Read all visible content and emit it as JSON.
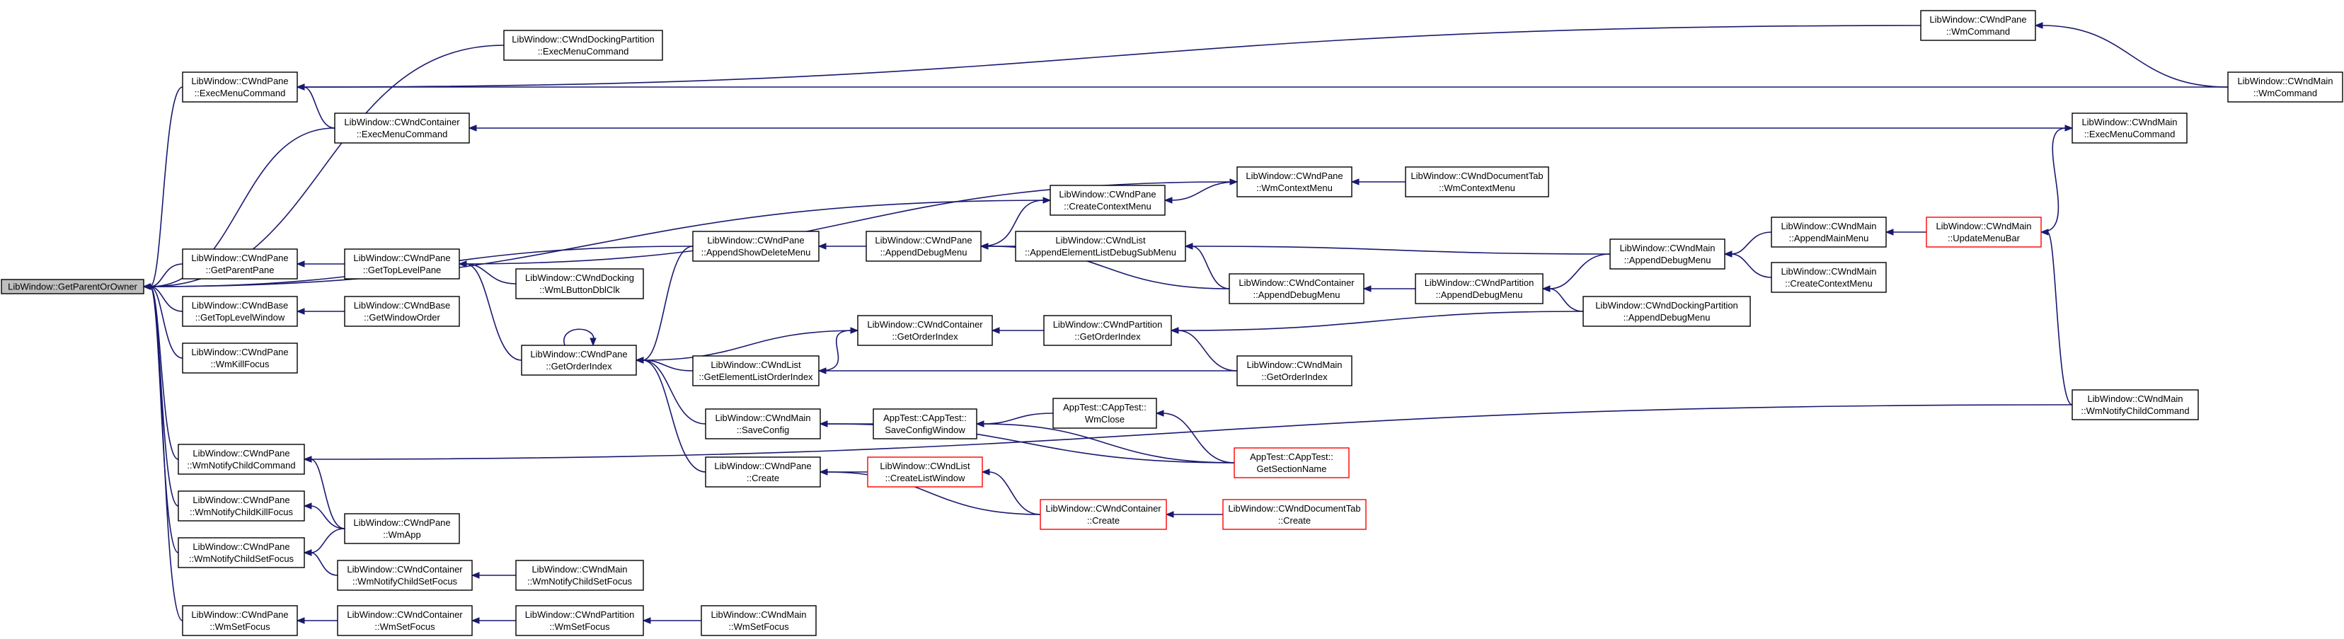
{
  "colors": {
    "edge": "#191970",
    "node_border": "#000000",
    "node_border_truncated": "#ff0000",
    "root_fill": "#bfbfbf"
  },
  "nodes": [
    {
      "id": "root",
      "lines": [
        "LibWindow::GetParentOrOwner"
      ],
      "root": true
    },
    {
      "id": "pane_exec",
      "lines": [
        "LibWindow::CWndPane",
        "::ExecMenuCommand"
      ]
    },
    {
      "id": "dockpart_exec",
      "lines": [
        "LibWindow::CWndDockingPartition",
        "::ExecMenuCommand"
      ]
    },
    {
      "id": "cont_exec",
      "lines": [
        "LibWindow::CWndContainer",
        "::ExecMenuCommand"
      ]
    },
    {
      "id": "pane_wmcmd",
      "lines": [
        "LibWindow::CWndPane",
        "::WmCommand"
      ]
    },
    {
      "id": "main_wmcmd",
      "lines": [
        "LibWindow::CWndMain",
        "::WmCommand"
      ]
    },
    {
      "id": "main_exec",
      "lines": [
        "LibWindow::CWndMain",
        "::ExecMenuCommand"
      ]
    },
    {
      "id": "pane_ctxmenu",
      "lines": [
        "LibWindow::CWndPane",
        "::WmContextMenu"
      ]
    },
    {
      "id": "doctab_ctxmenu",
      "lines": [
        "LibWindow::CWndDocumentTab",
        "::WmContextMenu"
      ]
    },
    {
      "id": "pane_createctx",
      "lines": [
        "LibWindow::CWndPane",
        "::CreateContextMenu"
      ]
    },
    {
      "id": "pane_parentpane",
      "lines": [
        "LibWindow::CWndPane",
        "::GetParentPane"
      ]
    },
    {
      "id": "pane_toplevel",
      "lines": [
        "LibWindow::CWndPane",
        "::GetTopLevelPane"
      ]
    },
    {
      "id": "pane_showdel",
      "lines": [
        "LibWindow::CWndPane",
        "::AppendShowDeleteMenu"
      ]
    },
    {
      "id": "pane_appenddebug",
      "lines": [
        "LibWindow::CWndPane",
        "::AppendDebugMenu"
      ]
    },
    {
      "id": "list_debugsub",
      "lines": [
        "LibWindow::CWndList",
        "::AppendElementListDebugSubMenu"
      ]
    },
    {
      "id": "main_appenddebug",
      "lines": [
        "LibWindow::CWndMain",
        "::AppendDebugMenu"
      ]
    },
    {
      "id": "main_appendmain",
      "lines": [
        "LibWindow::CWndMain",
        "::AppendMainMenu"
      ]
    },
    {
      "id": "main_updatemenubar",
      "lines": [
        "LibWindow::CWndMain",
        "::UpdateMenuBar"
      ],
      "red": true
    },
    {
      "id": "main_createctx",
      "lines": [
        "LibWindow::CWndMain",
        "::CreateContextMenu"
      ]
    },
    {
      "id": "cont_appenddebug",
      "lines": [
        "LibWindow::CWndContainer",
        "::AppendDebugMenu"
      ]
    },
    {
      "id": "part_appenddebug",
      "lines": [
        "LibWindow::CWndPartition",
        "::AppendDebugMenu"
      ]
    },
    {
      "id": "dockpart_appenddebug",
      "lines": [
        "LibWindow::CWndDockingPartition",
        "::AppendDebugMenu"
      ]
    },
    {
      "id": "base_toplevelwin",
      "lines": [
        "LibWindow::CWndBase",
        "::GetTopLevelWindow"
      ]
    },
    {
      "id": "base_winorder",
      "lines": [
        "LibWindow::CWndBase",
        "::GetWindowOrder"
      ]
    },
    {
      "id": "docking_dblclk",
      "lines": [
        "LibWindow::CWndDocking",
        "::WmLButtonDblClk"
      ]
    },
    {
      "id": "pane_killfocus",
      "lines": [
        "LibWindow::CWndPane",
        "::WmKillFocus"
      ]
    },
    {
      "id": "pane_getorder",
      "lines": [
        "LibWindow::CWndPane",
        "::GetOrderIndex"
      ]
    },
    {
      "id": "cont_getorder",
      "lines": [
        "LibWindow::CWndContainer",
        "::GetOrderIndex"
      ]
    },
    {
      "id": "part_getorder",
      "lines": [
        "LibWindow::CWndPartition",
        "::GetOrderIndex"
      ]
    },
    {
      "id": "list_getorder",
      "lines": [
        "LibWindow::CWndList",
        "::GetElementListOrderIndex"
      ]
    },
    {
      "id": "main_getorder",
      "lines": [
        "LibWindow::CWndMain",
        "::GetOrderIndex"
      ]
    },
    {
      "id": "main_saveconfig",
      "lines": [
        "LibWindow::CWndMain",
        "::SaveConfig"
      ]
    },
    {
      "id": "app_saveconfigwin",
      "lines": [
        "AppTest::CAppTest::",
        "SaveConfigWindow"
      ]
    },
    {
      "id": "app_wmclose",
      "lines": [
        "AppTest::CAppTest::",
        "WmClose"
      ]
    },
    {
      "id": "app_getsection",
      "lines": [
        "AppTest::CAppTest::",
        "GetSectionName"
      ],
      "red": true
    },
    {
      "id": "main_notifychildcmd",
      "lines": [
        "LibWindow::CWndMain",
        "::WmNotifyChildCommand"
      ]
    },
    {
      "id": "pane_create",
      "lines": [
        "LibWindow::CWndPane",
        "::Create"
      ]
    },
    {
      "id": "list_createlistwin",
      "lines": [
        "LibWindow::CWndList",
        "::CreateListWindow"
      ],
      "red": true
    },
    {
      "id": "cont_create",
      "lines": [
        "LibWindow::CWndContainer",
        "::Create"
      ],
      "red": true
    },
    {
      "id": "doctab_create",
      "lines": [
        "LibWindow::CWndDocumentTab",
        "::Create"
      ],
      "red": true
    },
    {
      "id": "pane_notifychildcmd",
      "lines": [
        "LibWindow::CWndPane",
        "::WmNotifyChildCommand"
      ]
    },
    {
      "id": "pane_notifykill",
      "lines": [
        "LibWindow::CWndPane",
        "::WmNotifyChildKillFocus"
      ]
    },
    {
      "id": "pane_wmapp",
      "lines": [
        "LibWindow::CWndPane",
        "::WmApp"
      ]
    },
    {
      "id": "pane_notifyset",
      "lines": [
        "LibWindow::CWndPane",
        "::WmNotifyChildSetFocus"
      ]
    },
    {
      "id": "cont_notifyset",
      "lines": [
        "LibWindow::CWndContainer",
        "::WmNotifyChildSetFocus"
      ]
    },
    {
      "id": "main_notifyset",
      "lines": [
        "LibWindow::CWndMain",
        "::WmNotifyChildSetFocus"
      ]
    },
    {
      "id": "pane_setfocus",
      "lines": [
        "LibWindow::CWndPane",
        "::WmSetFocus"
      ]
    },
    {
      "id": "cont_setfocus",
      "lines": [
        "LibWindow::CWndContainer",
        "::WmSetFocus"
      ]
    },
    {
      "id": "part_setfocus",
      "lines": [
        "LibWindow::CWndPartition",
        "::WmSetFocus"
      ]
    },
    {
      "id": "main_setfocus",
      "lines": [
        "LibWindow::CWndMain",
        "::WmSetFocus"
      ]
    }
  ],
  "edges": [
    [
      "pane_exec",
      "root"
    ],
    [
      "dockpart_exec",
      "root"
    ],
    [
      "cont_exec",
      "root"
    ],
    [
      "pane_createctx",
      "root"
    ],
    [
      "pane_showdel",
      "root"
    ],
    [
      "pane_parentpane",
      "root"
    ],
    [
      "base_toplevelwin",
      "root"
    ],
    [
      "pane_killfocus",
      "root"
    ],
    [
      "pane_notifychildcmd",
      "root"
    ],
    [
      "pane_notifykill",
      "root"
    ],
    [
      "pane_notifyset",
      "root"
    ],
    [
      "pane_setfocus",
      "root"
    ],
    [
      "cont_exec",
      "pane_exec"
    ],
    [
      "pane_wmcmd",
      "pane_exec"
    ],
    [
      "main_wmcmd",
      "pane_exec"
    ],
    [
      "main_wmcmd",
      "pane_wmcmd"
    ],
    [
      "main_exec",
      "cont_exec"
    ],
    [
      "main_updatemenubar",
      "main_exec"
    ],
    [
      "pane_ctxmenu",
      "pane_createctx"
    ],
    [
      "doctab_ctxmenu",
      "pane_ctxmenu"
    ],
    [
      "pane_appenddebug",
      "pane_createctx"
    ],
    [
      "pane_appenddebug",
      "pane_showdel"
    ],
    [
      "list_debugsub",
      "pane_appenddebug"
    ],
    [
      "cont_appenddebug",
      "pane_appenddebug"
    ],
    [
      "main_appenddebug",
      "list_debugsub"
    ],
    [
      "cont_appenddebug",
      "list_debugsub"
    ],
    [
      "main_appendmain",
      "main_appenddebug"
    ],
    [
      "main_createctx",
      "main_appenddebug"
    ],
    [
      "main_updatemenubar",
      "main_appendmain"
    ],
    [
      "part_appenddebug",
      "cont_appenddebug"
    ],
    [
      "main_appenddebug",
      "part_appenddebug"
    ],
    [
      "dockpart_appenddebug",
      "part_appenddebug"
    ],
    [
      "pane_toplevel",
      "pane_parentpane"
    ],
    [
      "pane_toplevel",
      "pane_ctxmenu"
    ],
    [
      "docking_dblclk",
      "pane_toplevel"
    ],
    [
      "pane_getorder",
      "pane_toplevel"
    ],
    [
      "base_winorder",
      "base_toplevelwin"
    ],
    [
      "pane_getorder",
      "pane_getorder"
    ],
    [
      "cont_getorder",
      "pane_getorder"
    ],
    [
      "list_getorder",
      "pane_getorder"
    ],
    [
      "main_saveconfig",
      "pane_getorder"
    ],
    [
      "pane_create",
      "pane_getorder"
    ],
    [
      "pane_showdel",
      "pane_getorder"
    ],
    [
      "part_getorder",
      "cont_getorder"
    ],
    [
      "dockpart_appenddebug",
      "part_getorder"
    ],
    [
      "main_getorder",
      "part_getorder"
    ],
    [
      "list_getorder",
      "cont_getorder"
    ],
    [
      "main_getorder",
      "list_getorder"
    ],
    [
      "app_saveconfigwin",
      "main_saveconfig"
    ],
    [
      "app_wmclose",
      "app_saveconfigwin"
    ],
    [
      "app_getsection",
      "app_saveconfigwin"
    ],
    [
      "app_getsection",
      "app_wmclose"
    ],
    [
      "list_createlistwin",
      "pane_create"
    ],
    [
      "cont_create",
      "pane_create"
    ],
    [
      "cont_create",
      "list_createlistwin"
    ],
    [
      "doctab_create",
      "cont_create"
    ],
    [
      "main_notifychildcmd",
      "main_updatemenubar"
    ],
    [
      "main_notifychildcmd",
      "pane_notifychildcmd"
    ],
    [
      "pane_wmapp",
      "pane_notifychildcmd"
    ],
    [
      "pane_wmapp",
      "pane_notifykill"
    ],
    [
      "pane_wmapp",
      "pane_notifyset"
    ],
    [
      "cont_notifyset",
      "pane_notifyset"
    ],
    [
      "main_notifyset",
      "cont_notifyset"
    ],
    [
      "cont_setfocus",
      "pane_setfocus"
    ],
    [
      "part_setfocus",
      "cont_setfocus"
    ],
    [
      "main_setfocus",
      "part_setfocus"
    ],
    [
      "app_getsection",
      "main_saveconfig"
    ]
  ]
}
